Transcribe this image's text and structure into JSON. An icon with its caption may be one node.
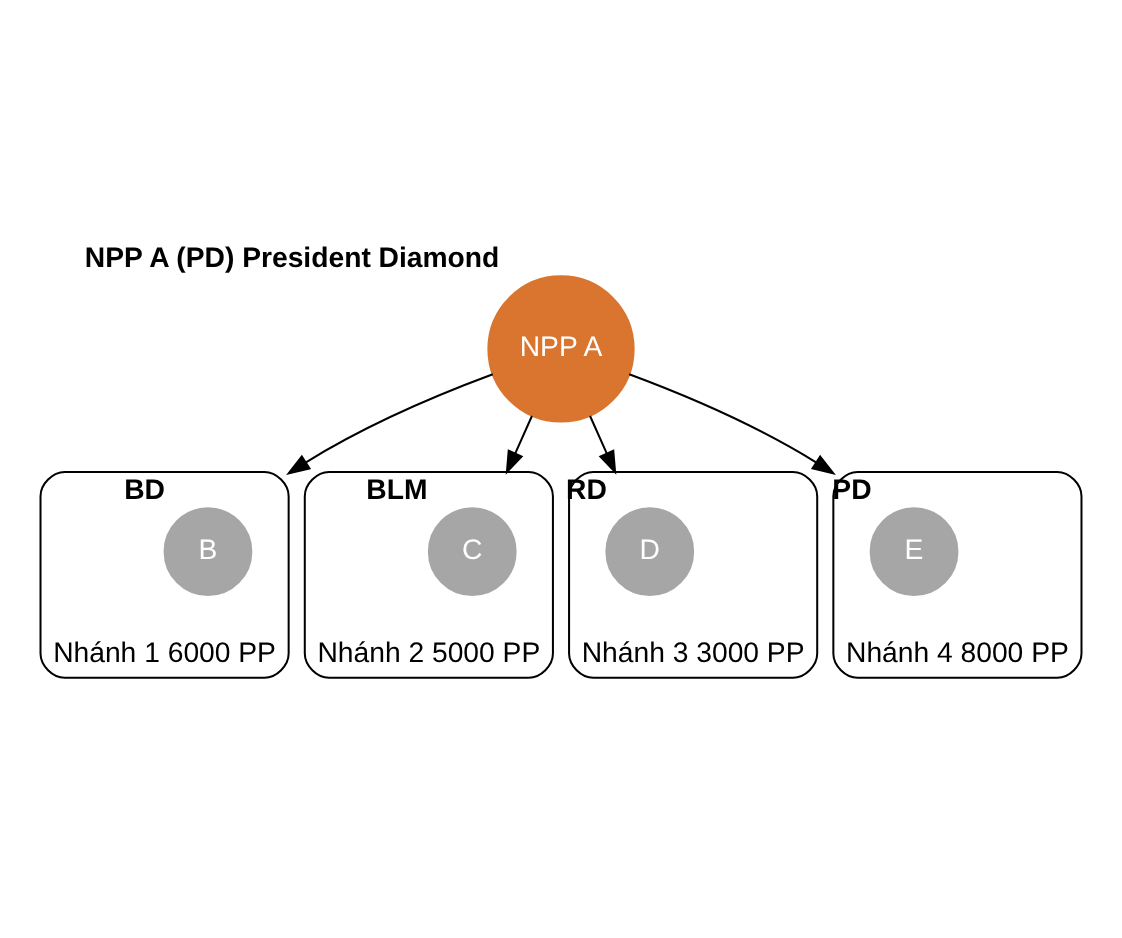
{
  "diagram": {
    "nodes": [
      {
        "text": [
          "NPP A (PD) President Diamond",
          "NPP A"
        ]
      },
      {
        "text": [
          "Nhánh 1 6000 PP"
        ]
      },
      {
        "text": [
          "B"
        ],
        "in": 1,
        "beside": [
          "BD"
        ]
      },
      {
        "text": [
          "Nhánh 2 5000 PP"
        ]
      },
      {
        "text": [
          "C"
        ],
        "in": 3,
        "beside": [
          "BLM"
        ]
      },
      {
        "text": [
          "Nhánh 3 3000 PP"
        ]
      },
      {
        "text": [
          "D"
        ],
        "in": 5,
        "beside": [
          "RD"
        ]
      },
      {
        "text": [
          "Nhánh 4 8000 PP"
        ]
      },
      {
        "text": [
          "E"
        ],
        "in": 7,
        "beside": [
          "PD"
        ]
      }
    ],
    "edges": [
      {
        "from": 0,
        "to": 1,
        "arrow": "to"
      },
      {
        "from": 0,
        "to": 3,
        "arrow": "to"
      },
      {
        "from": 0,
        "to": 5,
        "arrow": "to"
      },
      {
        "from": 0,
        "to": 7,
        "arrow": "to"
      }
    ]
  }
}
